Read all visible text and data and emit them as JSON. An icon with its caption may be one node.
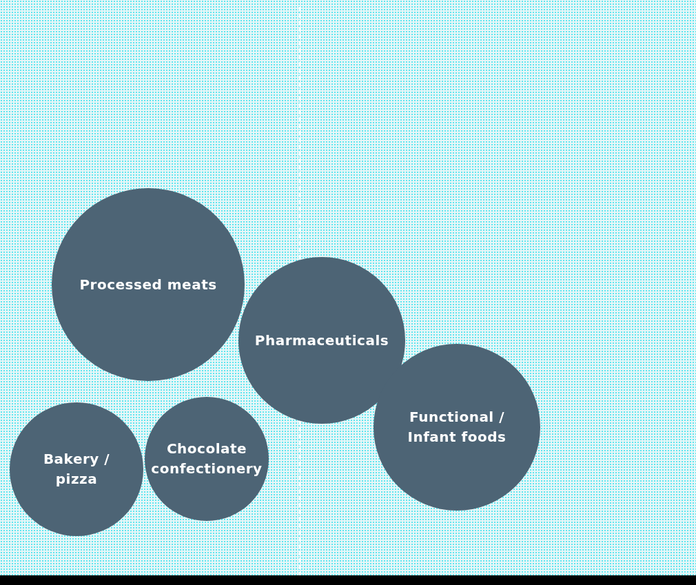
{
  "diagram": {
    "nodes": [
      {
        "text": [
          "Processed meats"
        ]
      },
      {
        "text": [
          "Pharmaceuticals"
        ]
      },
      {
        "text": [
          "Functional / Infant foods"
        ]
      },
      {
        "text": [
          "Bakery / pizza"
        ]
      },
      {
        "text": [
          "Chocolate confectionery"
        ]
      }
    ]
  }
}
